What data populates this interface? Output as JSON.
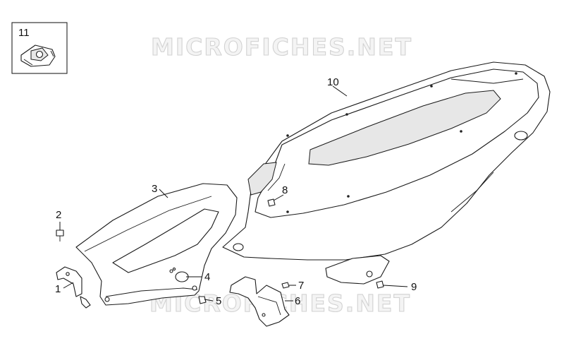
{
  "watermark": {
    "top": "MICROFICHES.NET",
    "bottom": "MICROFICHES.NET"
  },
  "inset": {
    "label": "11"
  },
  "callouts": {
    "c1": "1",
    "c2": "2",
    "c3": "3",
    "c4": "4",
    "c5": "5",
    "c6": "6",
    "c7": "7",
    "c8": "8",
    "c9": "9",
    "c10": "10"
  }
}
